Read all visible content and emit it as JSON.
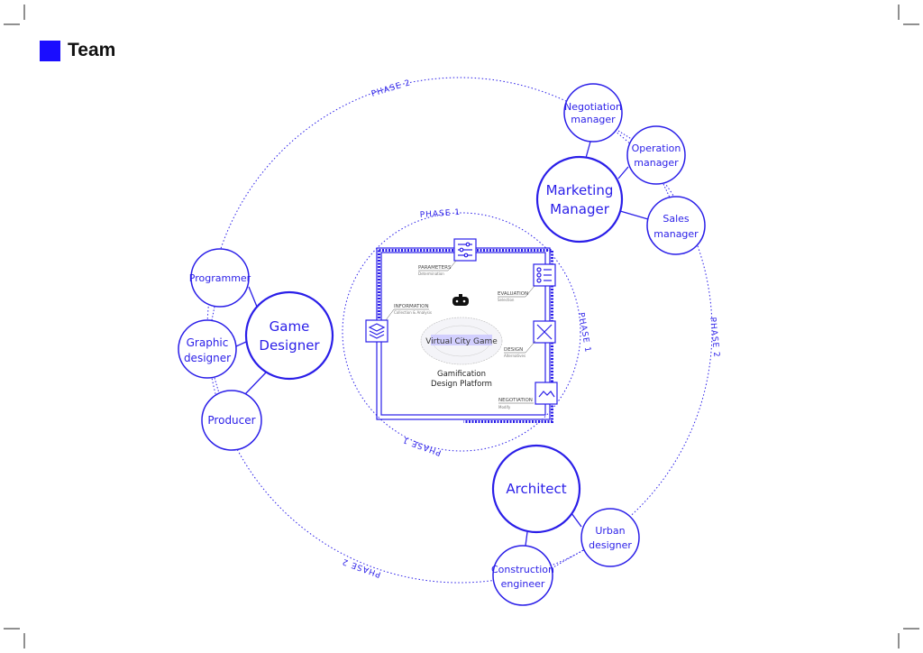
{
  "header": {
    "title": "Team"
  },
  "colors": {
    "accent": "#1a0dff",
    "stroke": "#2a1ee8"
  },
  "phases": {
    "phase1": "PHASE 1",
    "phase2": "PHASE 2"
  },
  "nodes": {
    "negotiation": [
      "Negotiation",
      "manager"
    ],
    "operation": [
      "Operation",
      "manager"
    ],
    "marketing": [
      "Marketing",
      "Manager"
    ],
    "sales": [
      "Sales",
      "manager"
    ],
    "programmer": [
      "Programmer"
    ],
    "game_designer": [
      "Game",
      "Designer"
    ],
    "graphic": [
      "Graphic",
      "designer"
    ],
    "producer": [
      "Producer"
    ],
    "architect": [
      "Architect"
    ],
    "urban": [
      "Urban",
      "designer"
    ],
    "construction": [
      "Construction",
      "engineer"
    ]
  },
  "platform": {
    "game_title": "Virtual City Game",
    "name": [
      "Gamification",
      "Design Platform"
    ],
    "steps": {
      "parameters": {
        "title": "PARAMETERS",
        "sub": "Determination"
      },
      "evaluation": {
        "title": "EVALUATION",
        "sub": "Selection"
      },
      "information": {
        "title": "INFORMATION",
        "sub": "Collection & Analysis"
      },
      "design": {
        "title": "DESIGN",
        "sub": "Alternatives"
      },
      "negotiation": {
        "title": "NEGOTIATION",
        "sub": "Modify"
      }
    }
  }
}
